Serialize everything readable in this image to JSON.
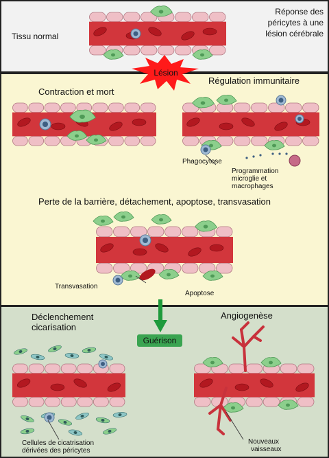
{
  "panels": {
    "top": {
      "tissue_label": "Tissu normal",
      "title_line1": "Réponse des",
      "title_line2": "péricytes à une",
      "title_line3": "lésion cérébrale"
    },
    "lesion": {
      "lesion_label": "Lésion",
      "contraction_label": "Contraction et mort",
      "immune_label": "Régulation immunitaire",
      "phagocytose_label": "Phagocytose",
      "programming_line1": "Programmation",
      "programming_line2": "microglie et",
      "programming_line3": "macrophages",
      "barrier_label": "Perte de la barrière, détachement, apoptose, transvasation",
      "transvasation_label": "Transvasation",
      "apoptose_label": "Apoptose"
    },
    "healing": {
      "guerison_label": "Guérison",
      "scar_title_line1": "Déclenchement",
      "scar_title_line2": "cicarisation",
      "scar_caption_line1": "Cellules de cicatrisation",
      "scar_caption_line2": "dérivées des péricytes",
      "angio_label": "Angiogenèse",
      "new_vessels_line1": "Nouveaux",
      "new_vessels_line2": "vaisseaux"
    }
  },
  "colors": {
    "top_bg": "#f2f2f2",
    "middle_bg": "#faf6d2",
    "bottom_bg": "#d4dfcb",
    "vessel_wall": "#efbfc6",
    "vessel_lumen": "#d2363c",
    "red_cell": "#b21820",
    "pericyte": "#8ccf8c",
    "immune_cell": "#9fb9d3",
    "starburst": "#ff1a1a",
    "arrow_green": "#1e9a3c",
    "new_vessel": "#c8323c"
  },
  "icons": [
    "starburst-icon",
    "down-arrow-icon"
  ]
}
